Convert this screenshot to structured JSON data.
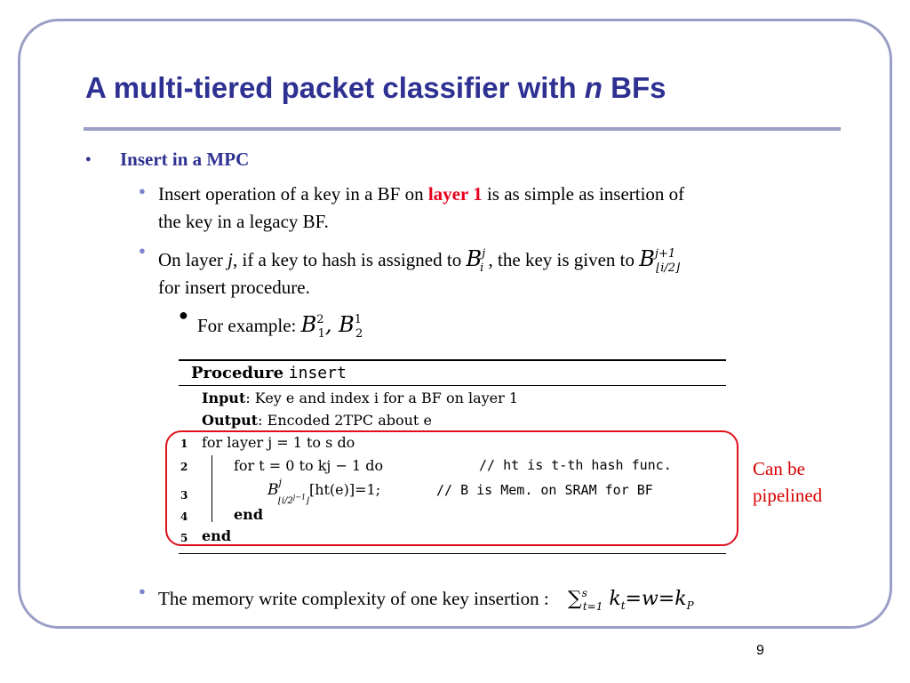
{
  "slide": {
    "title_pre": "A multi-tiered packet classifier with ",
    "title_var": "n",
    "title_post": " BFs",
    "heading": "Insert in a MPC",
    "bullet1_a": "Insert operation of a key in a BF on ",
    "bullet1_red": "layer 1",
    "bullet1_b": " is as simple as insertion of",
    "bullet1_c": "the key in a legacy BF.",
    "bullet2_a": "On layer ",
    "bullet2_j": "j",
    "bullet2_b": ", if a key to hash is assigned to ",
    "bullet2_c": " , the key is given to ",
    "bullet2_d": "for insert procedure.",
    "bullet3": "For example: ",
    "bullet4": "The memory write complexity of one key insertion : ",
    "note_line1": "Can be",
    "note_line2": "pipelined",
    "page_number": "9"
  },
  "procedure": {
    "label": "Procedure",
    "name": "insert",
    "input_label": "Input",
    "input_text": ": Key e and index i for a BF on layer 1",
    "output_label": "Output",
    "output_text": ": Encoded 2TPC about e",
    "line1": "for  layer j = 1 to s do",
    "line2": "for  t = 0 to kj − 1 do",
    "line2_comment": "// ht is t-th hash func.",
    "line3": "[ht(e)]=1;",
    "line3_comment": "// B is Mem. on SRAM for BF",
    "line4": "end",
    "line5": "end",
    "numbers": [
      "1",
      "2",
      "3",
      "4",
      "5"
    ]
  },
  "colors": {
    "title": "#2e3192",
    "frame": "#9a9fc6",
    "highlight_red": "#e8001c",
    "box_red": "#e0101a"
  }
}
